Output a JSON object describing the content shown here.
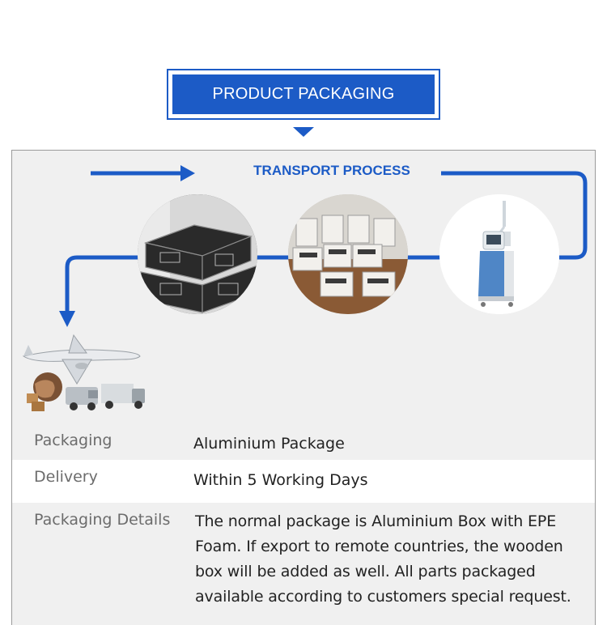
{
  "header": {
    "title": "PRODUCT PACKAGING"
  },
  "process": {
    "title": "TRANSPORT PROCESS",
    "steps": [
      {
        "icon": "stacked-aluminium-cases-photo"
      },
      {
        "icon": "open-aluminium-boxes-photo"
      },
      {
        "icon": "laser-machine-photo"
      },
      {
        "icon": "plane-truck-globe-icon"
      }
    ],
    "accent_color": "#1c5bc6"
  },
  "specs": [
    {
      "label": "Packaging",
      "value": "Aluminium Package"
    },
    {
      "label": "Delivery",
      "value": "Within 5 Working Days"
    },
    {
      "label": "Packaging Details",
      "value": "The normal package is Aluminium Box with EPE Foam. If export to remote countries, the wooden box will be added as well. All parts packaged available according to customers special request."
    }
  ]
}
